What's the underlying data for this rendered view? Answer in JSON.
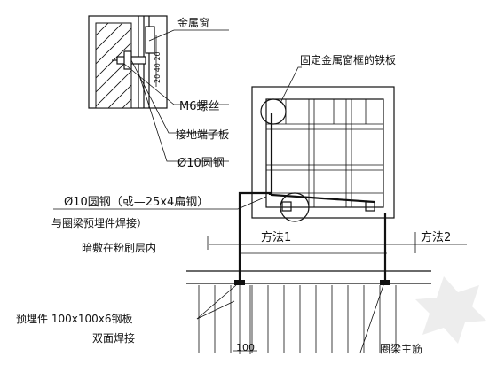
{
  "labels": {
    "metal_window": "金属窗",
    "dims": "20 40 20",
    "fixing_plate": "固定金属窗框的铁板",
    "m6_bolt": "M6螺丝",
    "ground_plate": "接地端子板",
    "round_steel_10": "Ø10圆钢",
    "round_steel_or_flat": "Ø10圆钢（或—25x4扁钢）",
    "weld_ring_beam": "与圈梁预埋件焊接）",
    "concealed": "暗敷在粉刷层内",
    "method1": "方法1",
    "method2": "方法2",
    "embedded_plate": "预埋件 100x100x6钢板",
    "double_weld": "双面焊接",
    "dim_100": "100",
    "ring_beam": "圈梁主筋"
  }
}
